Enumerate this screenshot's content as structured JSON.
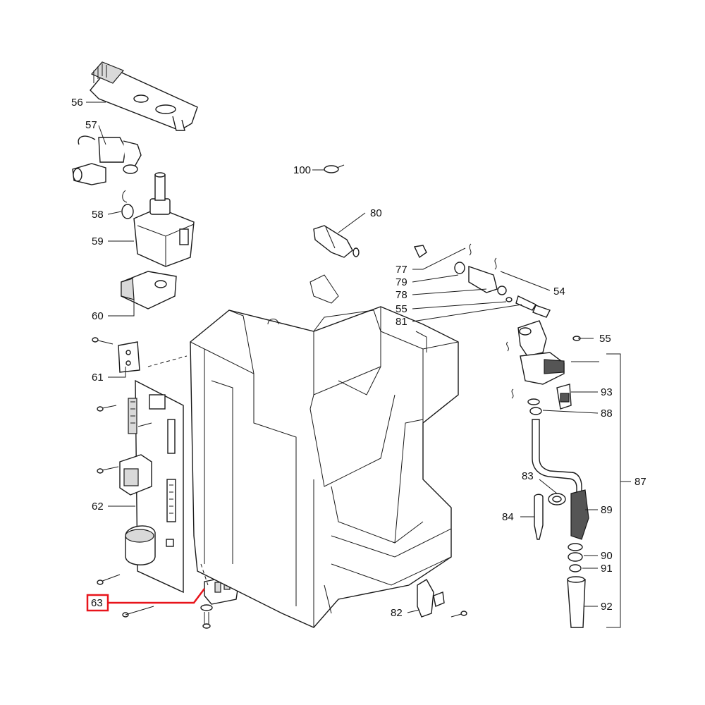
{
  "diagram": {
    "highlight_color": "#e8141b",
    "labels": {
      "p56": "56",
      "p57": "57",
      "p58": "58",
      "p59": "59",
      "p60": "60",
      "p61": "61",
      "p62": "62",
      "p63": "63",
      "p100": "100",
      "p80": "80",
      "p77": "77",
      "p79": "79",
      "p78": "78",
      "p54": "54",
      "p55a": "55",
      "p81": "81",
      "p55b": "55",
      "p87": "87",
      "p93": "93",
      "p88": "88",
      "p83": "83",
      "p84": "84",
      "p89": "89",
      "p90": "90",
      "p91": "91",
      "p92": "92",
      "p82": "82"
    }
  }
}
